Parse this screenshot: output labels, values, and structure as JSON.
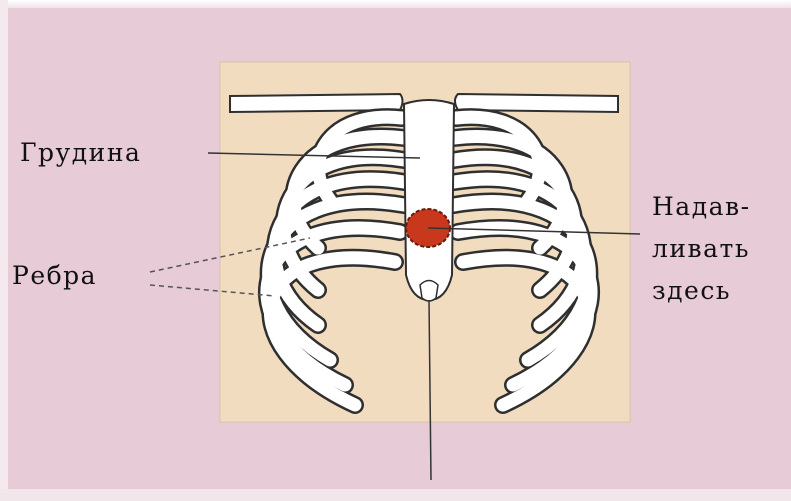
{
  "labels": {
    "sternum": "Грудина",
    "ribs": "Ребра",
    "press_line1": "Надав-",
    "press_line2": "ливать",
    "press_line3": "здесь"
  },
  "colors": {
    "slide_background": "#e7cbd6",
    "panel_background": "#f2dcc0",
    "bone": "#ffffff",
    "outline": "#2f2f2f",
    "press_point": "#c8381c"
  }
}
